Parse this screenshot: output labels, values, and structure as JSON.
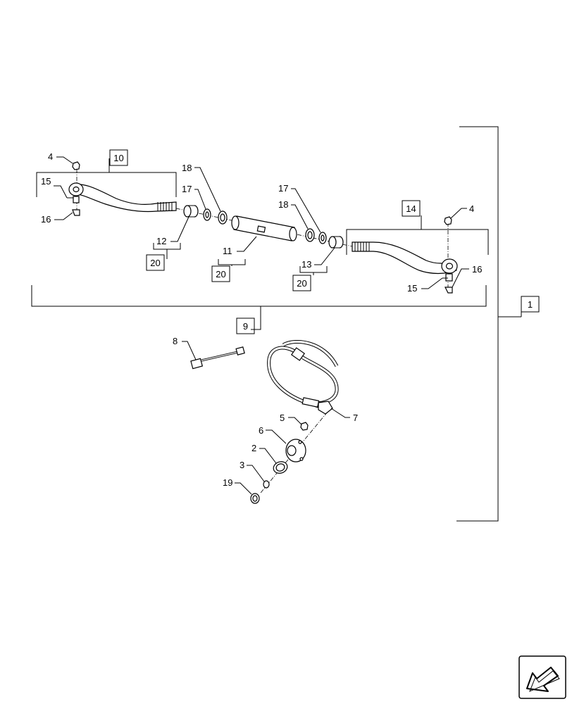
{
  "callouts": {
    "c1": "1",
    "c2": "2",
    "c3": "3",
    "c4a": "4",
    "c4b": "4",
    "c5": "5",
    "c6": "6",
    "c7": "7",
    "c8": "8",
    "c9": "9",
    "c10": "10",
    "c11": "11",
    "c12": "12",
    "c13": "13",
    "c14": "14",
    "c15a": "15",
    "c15b": "15",
    "c16a": "16",
    "c16b": "16",
    "c17a": "17",
    "c17b": "17",
    "c18a": "18",
    "c18b": "18",
    "c19": "19",
    "c20a": "20",
    "c20b": "20",
    "c20c": "20"
  },
  "nav": {
    "icon": "arrow-back-icon"
  }
}
